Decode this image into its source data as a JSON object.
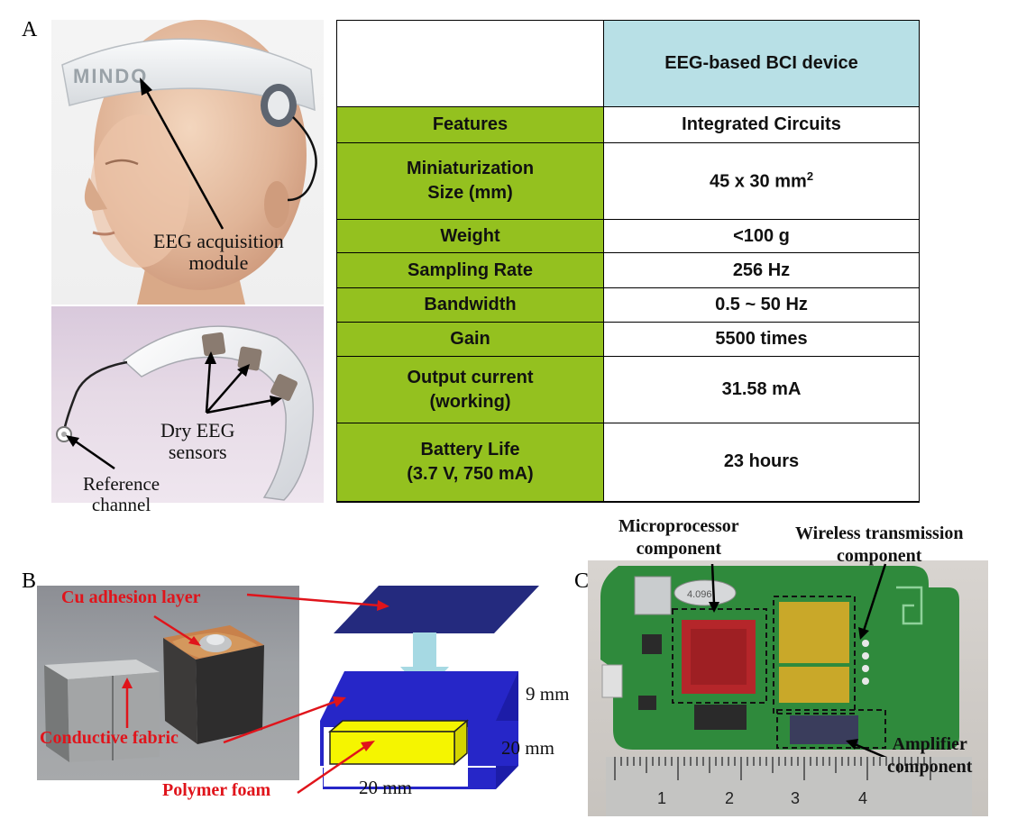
{
  "panels": {
    "a": "A",
    "b": "B",
    "c": "C"
  },
  "panel_a": {
    "logo_text": "MINDO",
    "head_caption": {
      "line1": "EEG acquisition",
      "line2": "module"
    },
    "sensor_caption": {
      "line1": "Dry EEG",
      "line2": "sensors"
    },
    "reference_caption": {
      "line1": "Reference",
      "line2": "channel"
    }
  },
  "table": {
    "column_header": "EEG-based BCI device",
    "rows": [
      {
        "feature": "Features",
        "value": "Integrated Circuits"
      },
      {
        "feature_line1": "Miniaturization",
        "feature_line2": "Size (mm)",
        "value": "45 x 30 mm",
        "value_sup": "2"
      },
      {
        "feature": "Weight",
        "value": "<100 g"
      },
      {
        "feature": "Sampling Rate",
        "value": "256 Hz"
      },
      {
        "feature": "Bandwidth",
        "value": "0.5 ~ 50 Hz"
      },
      {
        "feature": "Gain",
        "value": "5500 times"
      },
      {
        "feature_line1": "Output current",
        "feature_line2": "(working)",
        "value": "31.58 mA"
      },
      {
        "feature_line1": "Battery Life",
        "feature_line2": "(3.7 V, 750 mA)",
        "value": "23 hours"
      }
    ]
  },
  "panel_b": {
    "cu_label": "Cu adhesion layer",
    "fabric_label": "Conductive fabric",
    "foam_label": "Polymer foam",
    "dim_height": "9 mm",
    "dim_depth": "20 mm",
    "dim_width": "20 mm"
  },
  "panel_c": {
    "micro_label": {
      "line1": "Microprocessor",
      "line2": "component"
    },
    "wireless_label": {
      "line1": "Wireless transmission",
      "line2": "component"
    },
    "amp_label": {
      "line1": "Amplifier",
      "line2": "component"
    },
    "crystal_text": "4.096",
    "ruler_numbers": [
      "1",
      "2",
      "3",
      "4"
    ]
  },
  "colors": {
    "feature_green": "#94c11f",
    "header_blue": "#b8e0e6",
    "label_red": "#e0141b",
    "plate_navy": "#242a7e",
    "block_blue": "#2626c8",
    "foam_yellow": "#f5f500",
    "arrow_lightblue": "#a6d9e3",
    "pcb_green": "#2f8a3c"
  },
  "icons": [
    "head-mannequin-photo",
    "headband-sensor-photo",
    "fabric-sensor-photo",
    "sensor-layer-diagram",
    "pcb-board-photo",
    "ruler-icon"
  ]
}
